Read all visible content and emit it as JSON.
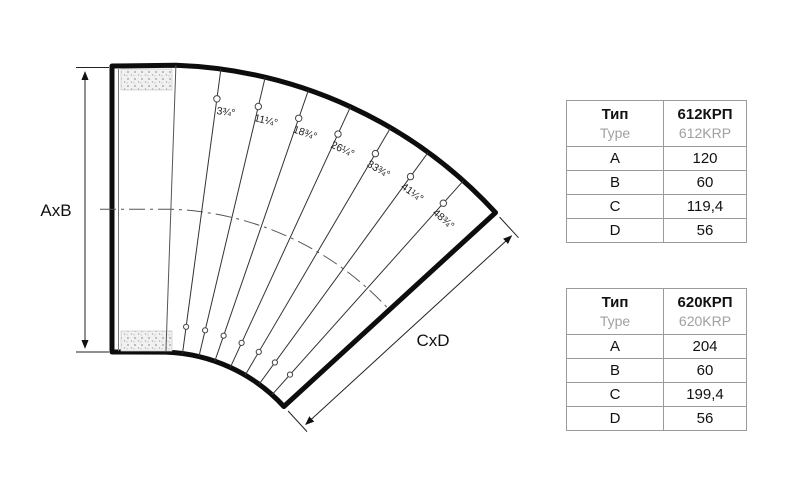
{
  "diagram": {
    "dim_left_label": "AxB",
    "dim_right_label": "CxD",
    "angle_labels": [
      "3¾°",
      "11¼°",
      "18¾°",
      "26¼°",
      "33¾°",
      "41¼°",
      "48¾°"
    ]
  },
  "tables": [
    {
      "header": {
        "type_ru": "Тип",
        "type_en": "Type",
        "model_ru": "612КРП",
        "model_en": "612KRP"
      },
      "rows": [
        {
          "label": "A",
          "value": "120"
        },
        {
          "label": "B",
          "value": "60"
        },
        {
          "label": "C",
          "value": "119,4"
        },
        {
          "label": "D",
          "value": "56"
        }
      ]
    },
    {
      "header": {
        "type_ru": "Тип",
        "type_en": "Type",
        "model_ru": "620КРП",
        "model_en": "620KRP"
      },
      "rows": [
        {
          "label": "A",
          "value": "204"
        },
        {
          "label": "B",
          "value": "60"
        },
        {
          "label": "C",
          "value": "199,4"
        },
        {
          "label": "D",
          "value": "56"
        }
      ]
    }
  ]
}
